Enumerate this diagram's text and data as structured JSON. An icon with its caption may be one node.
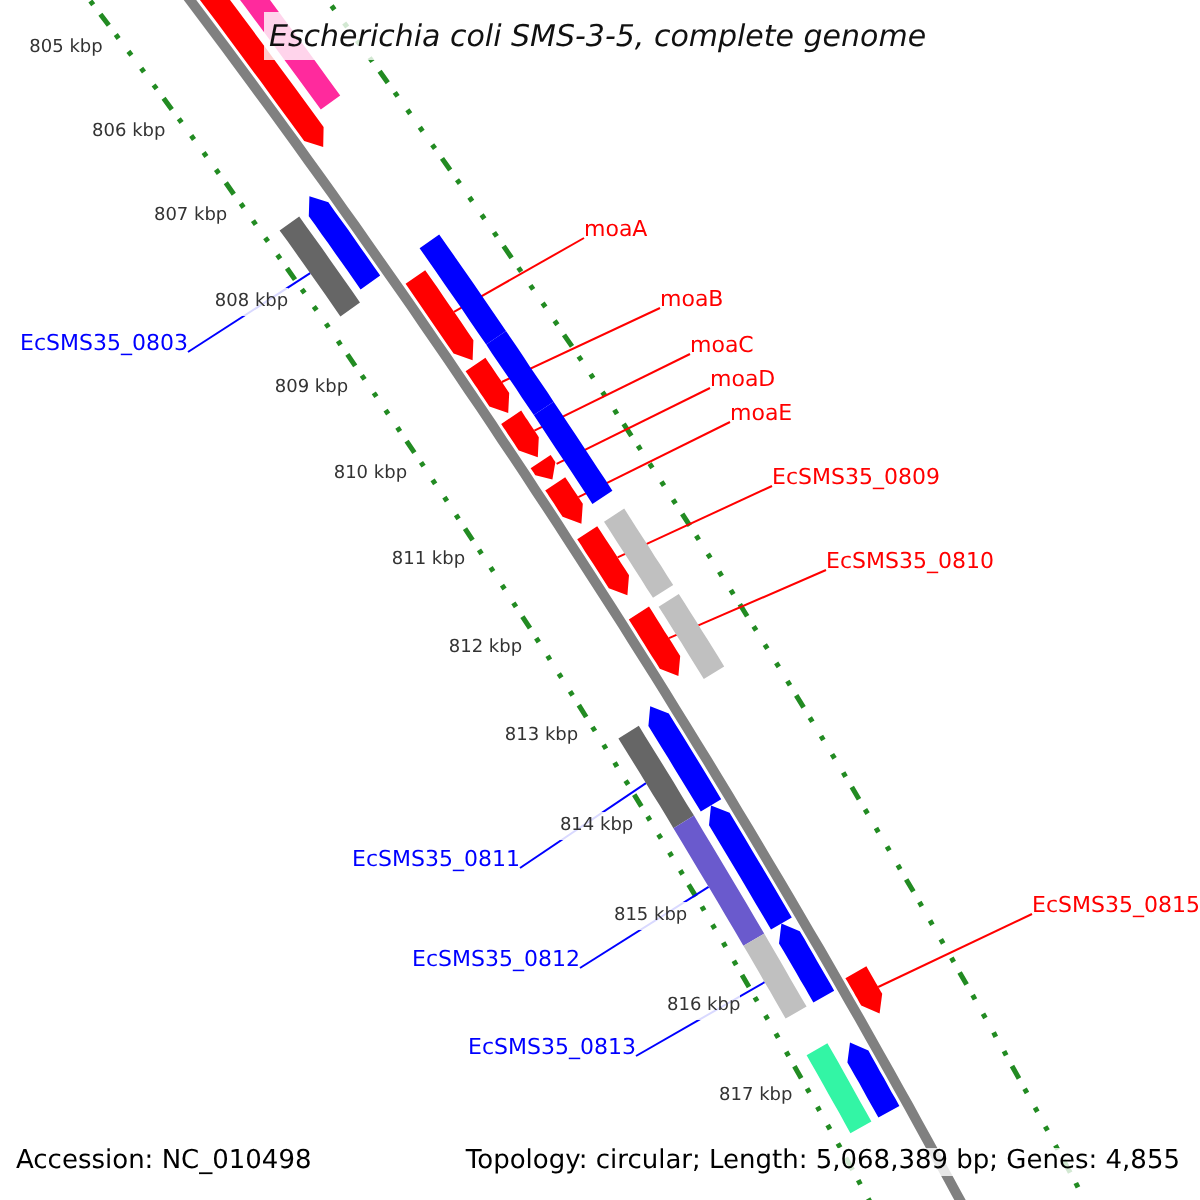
{
  "diagram": {
    "title": "Escherichia coli SMS-3-5, complete genome",
    "nodes": [
      {
        "text": [
          "moaA"
        ]
      },
      {
        "text": [
          "moaB"
        ]
      },
      {
        "text": [
          "moaC"
        ]
      },
      {
        "text": [
          "moaD"
        ]
      },
      {
        "text": [
          "moaE"
        ]
      },
      {
        "text": [
          "EcSMS35_0809"
        ]
      },
      {
        "text": [
          "EcSMS35_0810"
        ]
      },
      {
        "text": [
          "EcSMS35_0803"
        ]
      },
      {
        "text": [
          "EcSMS35_0811"
        ]
      },
      {
        "text": [
          "EcSMS35_0812"
        ]
      },
      {
        "text": [
          "EcSMS35_0813"
        ]
      },
      {
        "text": [
          "EcSMS35_0815"
        ]
      },
      {
        "text": [],
        "shape": "bar"
      },
      {
        "text": [],
        "shape": "bar"
      },
      {
        "text": [],
        "shape": "bar"
      },
      {
        "text": [],
        "shape": "bar"
      },
      {
        "text": [],
        "shape": "bar"
      },
      {
        "text": [],
        "shape": "bar"
      },
      {
        "text": [],
        "shape": "bar"
      },
      {
        "text": [],
        "shape": "bar"
      },
      {
        "text": [],
        "shape": "bar"
      },
      {
        "text": [],
        "shape": "bar"
      },
      {
        "text": [],
        "shape": "bar"
      },
      {
        "text": [],
        "shape": "bar"
      },
      {
        "text": [],
        "shape": "bar"
      },
      {
        "text": [],
        "shape": "bar"
      },
      {
        "text": [],
        "shape": "bar"
      },
      {
        "text": [],
        "shape": "bar"
      },
      {
        "text": [],
        "shape": "bar"
      },
      {
        "text": [],
        "shape": "bar"
      },
      {
        "text": [],
        "shape": "bar"
      },
      {
        "text": [],
        "shape": "bar"
      },
      {
        "text": [],
        "shape": "bar"
      },
      {
        "text": [],
        "shape": "bar"
      },
      {
        "text": [],
        "shape": "bar"
      },
      {
        "text": [],
        "shape": "bar"
      },
      {
        "text": [],
        "shape": "bar"
      }
    ],
    "edges": [
      {
        "from": 0,
        "to": 17,
        "arrow": "none"
      },
      {
        "from": 1,
        "to": 19,
        "arrow": "none"
      },
      {
        "from": 2,
        "to": 20,
        "arrow": "none"
      },
      {
        "from": 3,
        "to": 22,
        "arrow": "none"
      },
      {
        "from": 4,
        "to": 23,
        "arrow": "none"
      },
      {
        "from": 5,
        "to": 24,
        "arrow": "none"
      },
      {
        "from": 6,
        "to": 26,
        "arrow": "none"
      },
      {
        "from": 7,
        "to": 15,
        "arrow": "none",
        "color": "#0000ff"
      },
      {
        "from": 8,
        "to": 29,
        "arrow": "none",
        "color": "#0000ff"
      },
      {
        "from": 9,
        "to": 31,
        "arrow": "none",
        "color": "#0000ff"
      },
      {
        "from": 10,
        "to": 33,
        "arrow": "none",
        "color": "#0000ff"
      },
      {
        "from": 11,
        "to": 34,
        "arrow": "none"
      }
    ],
    "labels": [
      "805 kbp",
      "806 kbp",
      "807 kbp",
      "808 kbp",
      "809 kbp",
      "810 kbp",
      "811 kbp",
      "812 kbp",
      "813 kbp",
      "814 kbp",
      "815 kbp",
      "816 kbp",
      "817 kbp",
      "Accession: NC_010498",
      "Topology: circular; Length: 5,068,389 bp; Genes: 4,855"
    ]
  }
}
